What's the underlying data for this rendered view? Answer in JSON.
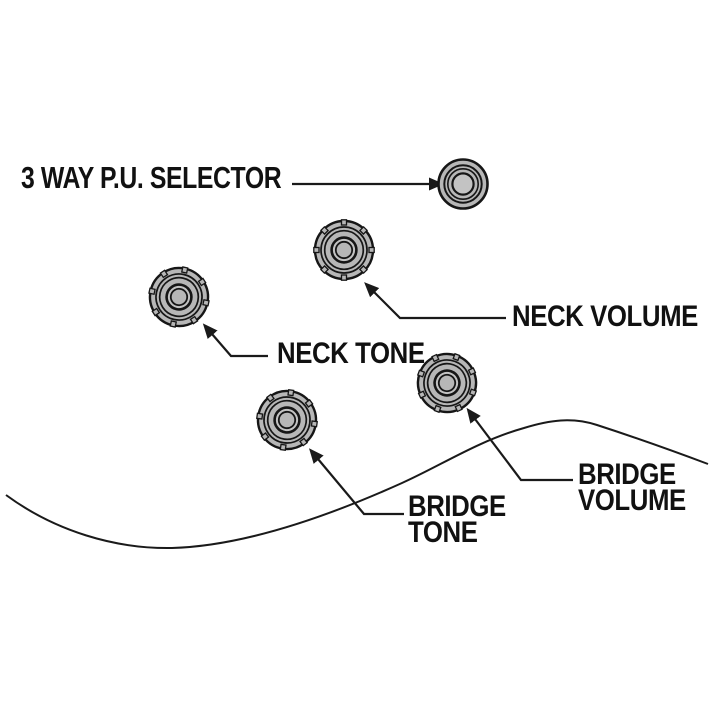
{
  "diagram": {
    "type": "guitar-control-layout-diagram",
    "labels": {
      "selector": "3 WAY P.U. SELECTOR",
      "neck_volume": "NECK VOLUME",
      "neck_tone": "NECK TONE",
      "bridge_volume": [
        "BRIDGE",
        "VOLUME"
      ],
      "bridge_tone": [
        "BRIDGE",
        "TONE"
      ]
    },
    "colors": {
      "background": "#ffffff",
      "line": "#1a1a1a",
      "text": "#111111",
      "knob_fill": "#b7b7b7",
      "knob_hub_fill": "#c3c3c3"
    }
  }
}
